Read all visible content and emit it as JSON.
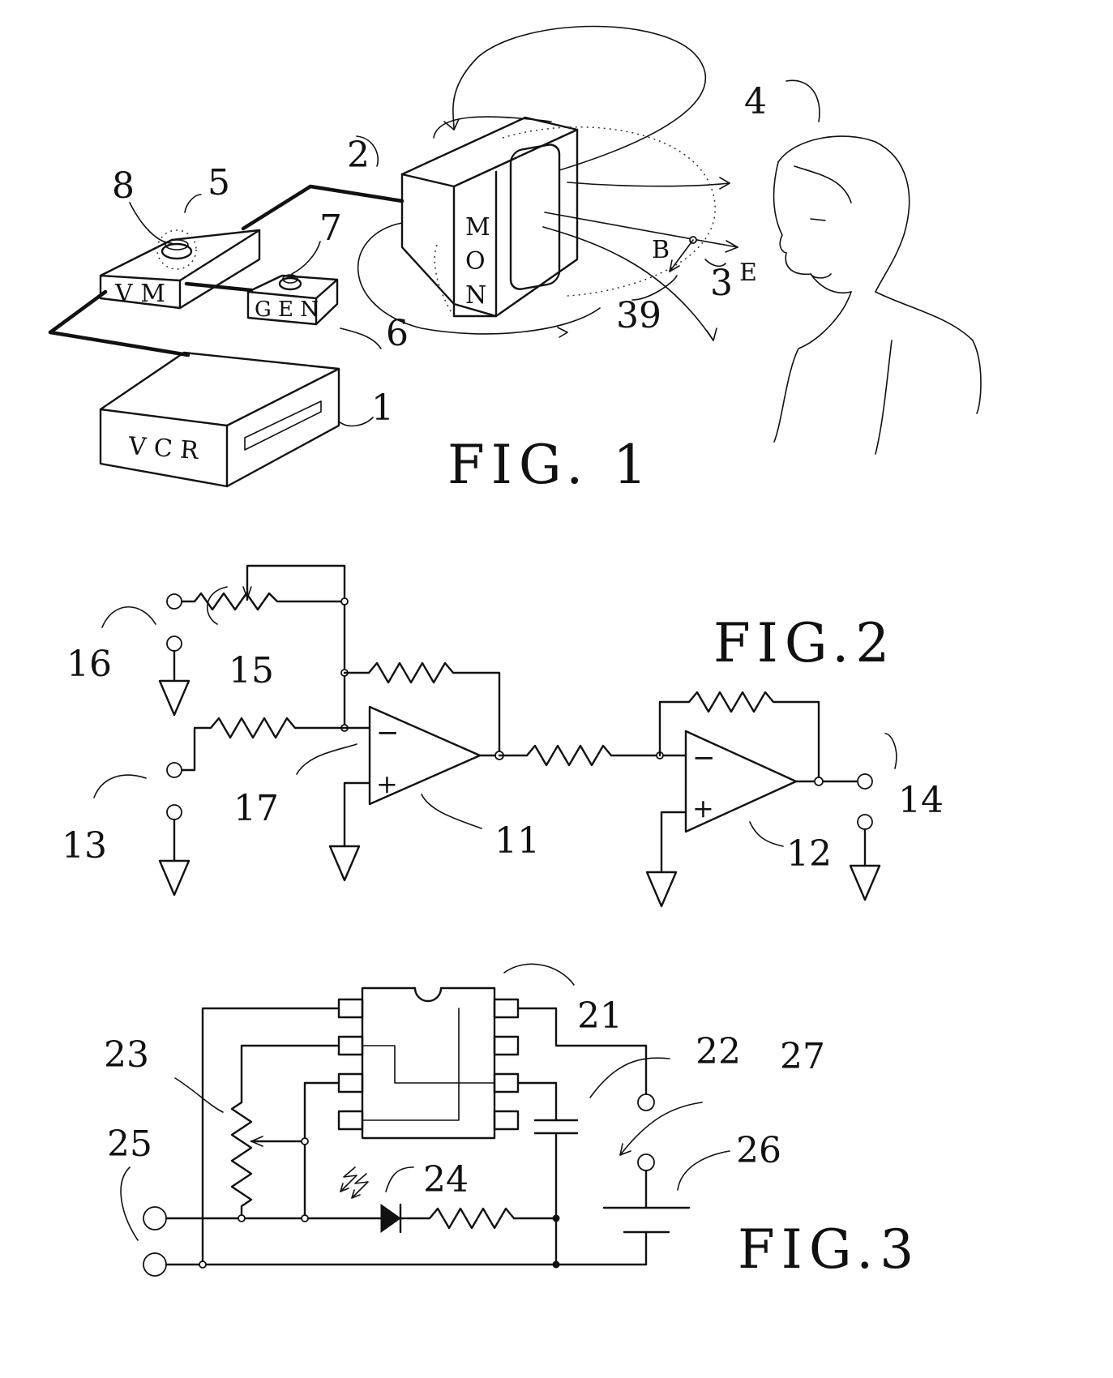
{
  "figure1": {
    "caption": "FIG. 1",
    "devices": {
      "vcr": "V C R",
      "vm": "V M",
      "gen": "G E N",
      "mon": [
        "M",
        "O",
        "N"
      ]
    },
    "vectors": {
      "b": "B",
      "e": "E"
    },
    "refs": {
      "r1": "1",
      "r2": "2",
      "r3": "3",
      "r4": "4",
      "r5": "5",
      "r6": "6",
      "r7": "7",
      "r8": "8",
      "r39": "39"
    }
  },
  "figure2": {
    "caption": "FIG.2",
    "refs": {
      "r11": "11",
      "r12": "12",
      "r13": "13",
      "r14": "14",
      "r15": "15",
      "r16": "16",
      "r17": "17"
    },
    "signs": {
      "minus": "−",
      "plus": "+"
    }
  },
  "figure3": {
    "caption": "FIG.3",
    "refs": {
      "r21": "21",
      "r22": "22",
      "r23": "23",
      "r24": "24",
      "r25": "25",
      "r26": "26",
      "r27": "27"
    }
  }
}
